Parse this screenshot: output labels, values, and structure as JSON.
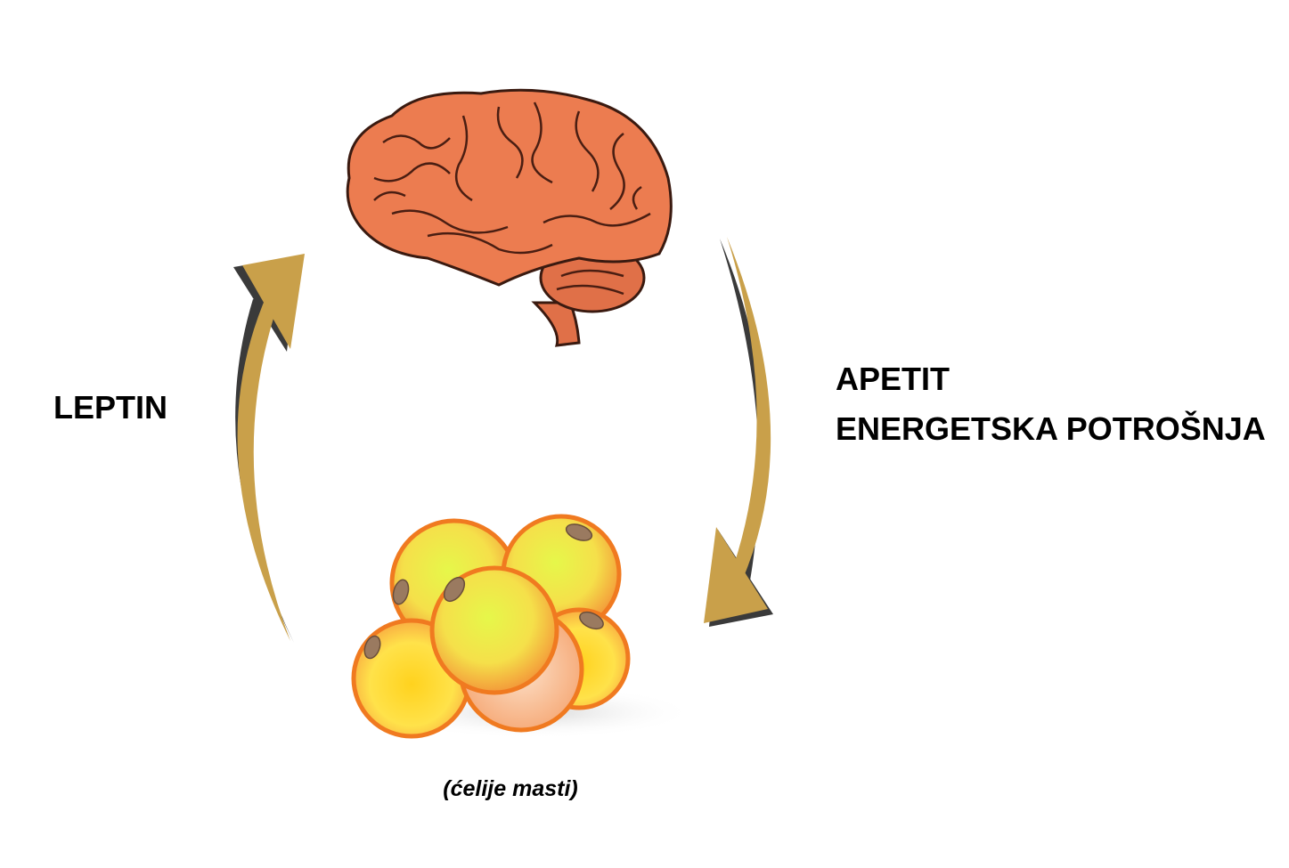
{
  "labels": {
    "leptin": "LEPTIN",
    "apetit": "APETIT",
    "energy": "ENERGETSKA POTROŠNJA",
    "fat_cells_caption": "(ćelije masti)"
  },
  "colors": {
    "arrow": "#C9A04A",
    "arrow_shadow": "#3a3a3a",
    "brain": "#E8784A",
    "cell_border": "#F07A20"
  }
}
